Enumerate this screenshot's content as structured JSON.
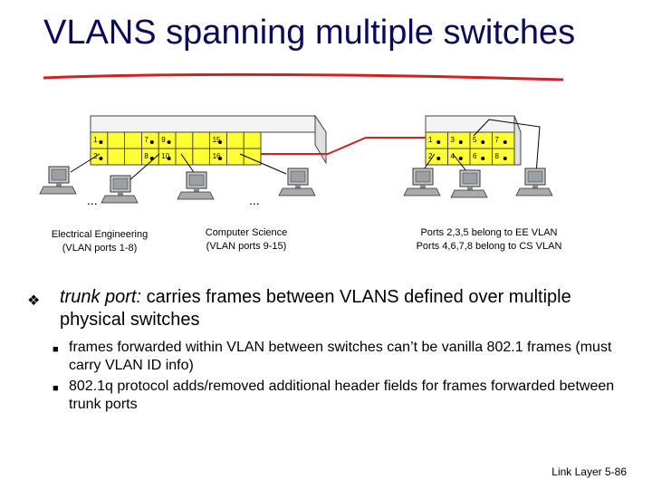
{
  "title": "VLANS spanning multiple switches",
  "switch_left": {
    "ports_top": [
      "1",
      "7",
      "9",
      "15"
    ],
    "ports_bottom": [
      "2",
      "8",
      "10",
      "16"
    ]
  },
  "switch_right": {
    "ports_top": [
      "1",
      "3",
      "5",
      "7"
    ],
    "ports_bottom": [
      "2",
      "4",
      "6",
      "8"
    ]
  },
  "ellipsis": "...",
  "captions": {
    "ee_line1": "Electrical Engineering",
    "ee_line2": "(VLAN ports 1-8)",
    "cs_line1": "Computer Science",
    "cs_line2": "(VLAN ports 9-15)",
    "right_line1": "Ports 2,3,5 belong to EE VLAN",
    "right_line2": "Ports 4,6,7,8 belong to CS VLAN"
  },
  "bullet": {
    "term": "trunk port:",
    "text": " carries frames between VLANS defined over multiple physical switches",
    "subs": [
      "frames forwarded within VLAN between switches can’t be vanilla 802.1 frames (must carry VLAN ID info)",
      "802.1q protocol adds/removed additional header fields for frames forwarded between trunk ports"
    ]
  },
  "footer": "Link Layer 5-86",
  "colors": {
    "switch_face": "#ffff33",
    "switch_top": "#f4f4f4",
    "trunk": "#cc2222",
    "title": "#0a0a5a"
  },
  "icons": [
    "computer-icon",
    "bullet-diamond-icon",
    "square-bullet-icon"
  ]
}
